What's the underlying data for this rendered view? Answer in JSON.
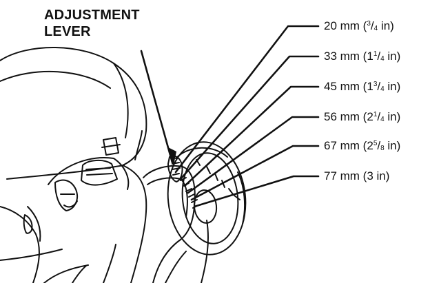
{
  "callout": {
    "line1": "ADJUSTMENT",
    "line2": "LEVER"
  },
  "cutting_heights": [
    {
      "mm": "20 mm (",
      "whole": "",
      "num": "3",
      "den": "4",
      "unit": " in)"
    },
    {
      "mm": "33 mm (",
      "whole": "1",
      "num": "1",
      "den": "4",
      "unit": " in)"
    },
    {
      "mm": "45 mm (",
      "whole": "1",
      "num": "3",
      "den": "4",
      "unit": " in)"
    },
    {
      "mm": "56 mm (",
      "whole": "2",
      "num": "1",
      "den": "4",
      "unit": " in)"
    },
    {
      "mm": "67 mm (",
      "whole": "2",
      "num": "5",
      "den": "8",
      "unit": " in)"
    },
    {
      "mm": "77 mm (3 in)",
      "whole": "",
      "num": "",
      "den": "",
      "unit": ""
    }
  ]
}
